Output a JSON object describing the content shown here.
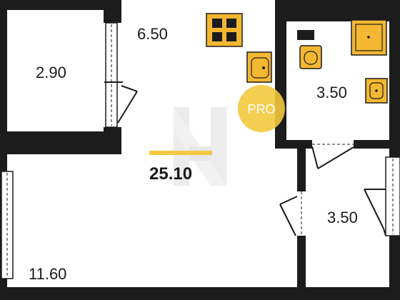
{
  "colors": {
    "wall": "#1c1c1c",
    "fixture_fill": "#f3b731",
    "fixture_stroke": "#1c1c1c",
    "accent_bar": "#f5c842",
    "pro_badge": "#f3c93d",
    "watermark": "#c9c9c9"
  },
  "rooms": {
    "balcony": {
      "area": "2.90"
    },
    "kitchen": {
      "area": "6.50"
    },
    "bathroom": {
      "area": "3.50"
    },
    "hall": {
      "area": "3.50"
    },
    "living": {
      "area": "11.60"
    }
  },
  "total_area": "25.10",
  "badge": {
    "text": "PRO"
  },
  "icons": {
    "stove": "stove-icon",
    "kitchen_sink": "kitchen-sink-icon",
    "shower": "shower-tray-icon",
    "toilet": "toilet-icon",
    "bath_sink": "bathroom-sink-icon",
    "watermark": "brand-logo-watermark"
  }
}
